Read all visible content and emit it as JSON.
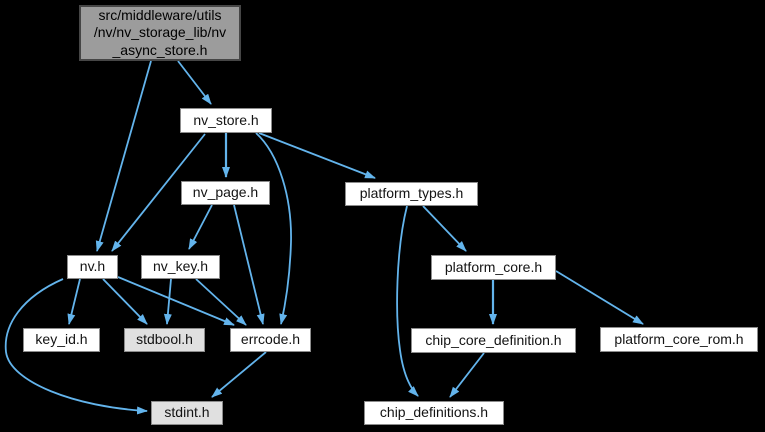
{
  "graph": {
    "kind": "include-dependency-graph",
    "colors": {
      "background": "#000000",
      "edge": "#63b4ec",
      "node_fill": "#ffffff",
      "node_border": "#8c8c8c",
      "root_fill": "#9c9c9c",
      "root_border": "#464646",
      "system_node_fill": "#e0e0e0",
      "text": "#131313"
    },
    "nodes": [
      {
        "id": "nv_async_store",
        "label": "src/middleware/utils\n/nv/nv_storage_lib/nv\n_async_store.h",
        "kind": "root"
      },
      {
        "id": "nv_store",
        "label": "nv_store.h",
        "kind": "header"
      },
      {
        "id": "nv_page",
        "label": "nv_page.h",
        "kind": "header"
      },
      {
        "id": "platform_types",
        "label": "platform_types.h",
        "kind": "header"
      },
      {
        "id": "nv",
        "label": "nv.h",
        "kind": "header"
      },
      {
        "id": "nv_key",
        "label": "nv_key.h",
        "kind": "header"
      },
      {
        "id": "platform_core",
        "label": "platform_core.h",
        "kind": "header"
      },
      {
        "id": "key_id",
        "label": "key_id.h",
        "kind": "header"
      },
      {
        "id": "stdbool",
        "label": "stdbool.h",
        "kind": "system"
      },
      {
        "id": "errcode",
        "label": "errcode.h",
        "kind": "header"
      },
      {
        "id": "chip_core_definition",
        "label": "chip_core_definition.h",
        "kind": "header"
      },
      {
        "id": "platform_core_rom",
        "label": "platform_core_rom.h",
        "kind": "header"
      },
      {
        "id": "stdint",
        "label": "stdint.h",
        "kind": "system"
      },
      {
        "id": "chip_definitions",
        "label": "chip_definitions.h",
        "kind": "header"
      }
    ],
    "edges": [
      {
        "from": "nv_async_store",
        "to": "nv_store"
      },
      {
        "from": "nv_async_store",
        "to": "nv"
      },
      {
        "from": "nv_store",
        "to": "nv_page"
      },
      {
        "from": "nv_store",
        "to": "nv"
      },
      {
        "from": "nv_store",
        "to": "platform_types"
      },
      {
        "from": "nv_store",
        "to": "errcode"
      },
      {
        "from": "nv_page",
        "to": "nv_key"
      },
      {
        "from": "nv_page",
        "to": "errcode"
      },
      {
        "from": "nv",
        "to": "key_id"
      },
      {
        "from": "nv",
        "to": "stdbool"
      },
      {
        "from": "nv",
        "to": "errcode"
      },
      {
        "from": "nv",
        "to": "stdint"
      },
      {
        "from": "nv_key",
        "to": "stdbool"
      },
      {
        "from": "nv_key",
        "to": "errcode"
      },
      {
        "from": "errcode",
        "to": "stdint"
      },
      {
        "from": "platform_types",
        "to": "platform_core"
      },
      {
        "from": "platform_types",
        "to": "chip_definitions"
      },
      {
        "from": "platform_core",
        "to": "chip_core_definition"
      },
      {
        "from": "platform_core",
        "to": "platform_core_rom"
      },
      {
        "from": "chip_core_definition",
        "to": "chip_definitions"
      }
    ]
  }
}
